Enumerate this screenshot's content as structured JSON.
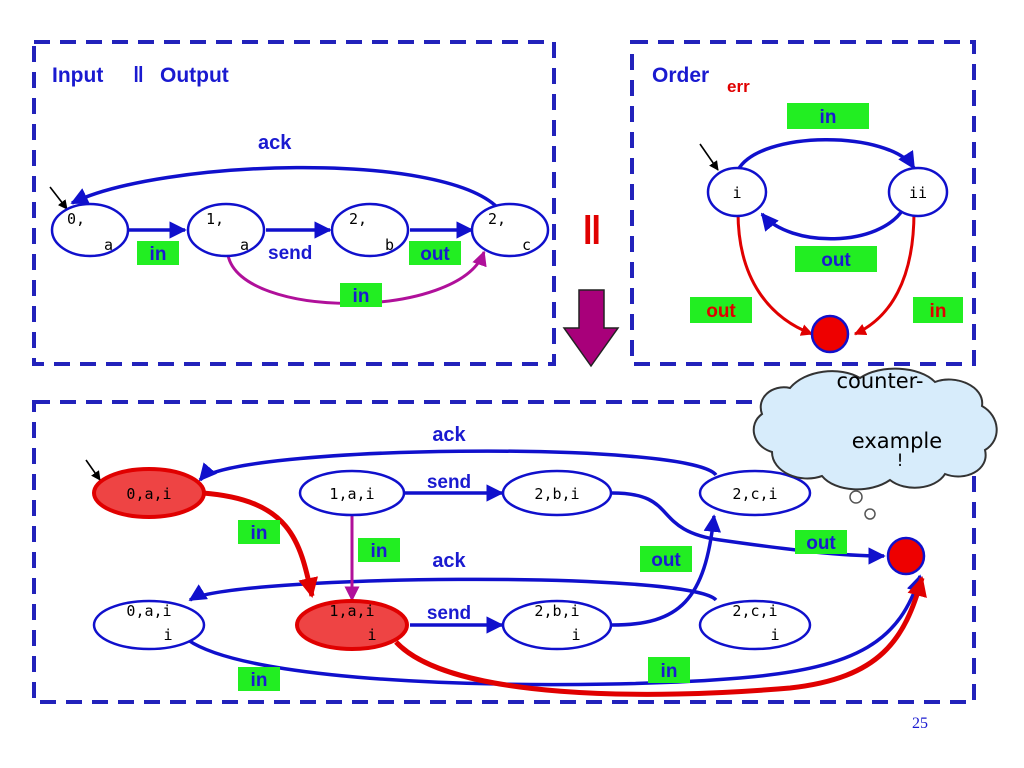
{
  "colors": {
    "border": "#2222bb",
    "edge_blue": "#1010cc",
    "edge_magenta": "#b0109a",
    "edge_red": "#e00000",
    "label_bg": "#22ee22",
    "error_state": "#ee0000",
    "highlight_state": "#ee4444",
    "arrow_fill": "#a8007a",
    "cloud_fill": "#d7ecfb"
  },
  "input_output": {
    "title_left": "Input",
    "title_sep": "‖",
    "title_right": "Output",
    "states": [
      {
        "line1": "0,",
        "line2": "a"
      },
      {
        "line1": "1,",
        "line2": "a"
      },
      {
        "line1": "2,",
        "line2": "b"
      },
      {
        "line1": "2,",
        "line2": "c"
      }
    ],
    "edges": {
      "ack": "ack",
      "in": "in",
      "send": "send",
      "out": "out",
      "in_skip": "in"
    }
  },
  "parallel_symbol": "‖",
  "order": {
    "title": "Order",
    "subscript": "err",
    "states": {
      "i": "i",
      "ii": "ii"
    },
    "edges": {
      "in": "in",
      "out": "out",
      "out_err": "out",
      "in_err": "in"
    }
  },
  "product": {
    "states_row1": [
      "0,a,i",
      "1,a,i",
      "2,b,i",
      "2,c,i"
    ],
    "states_row2": [
      {
        "line1": "0,a,i",
        "line2": "i"
      },
      {
        "line1": "1,a,i",
        "line2": "i"
      },
      {
        "line1": "2,b,i",
        "line2": "i"
      },
      {
        "line1": "2,c,i",
        "line2": "i"
      }
    ],
    "edges": {
      "ack_top": "ack",
      "send_top": "send",
      "in_red": "in",
      "in_down": "in",
      "ack_mid": "ack",
      "out_mid": "out",
      "out_right": "out",
      "send_bottom": "send",
      "in_bottom_left": "in",
      "in_bottom_right": "in"
    }
  },
  "cloud": {
    "line1": "counter-",
    "line2": "example",
    "line3": "!"
  },
  "page_number": "25"
}
